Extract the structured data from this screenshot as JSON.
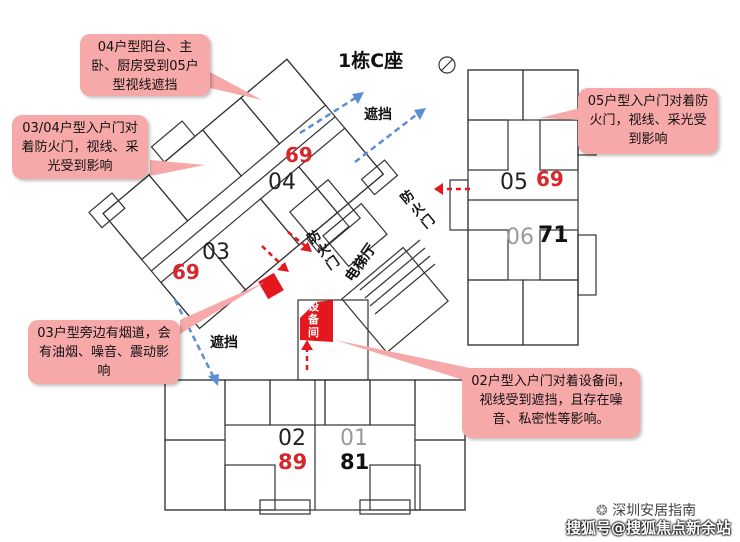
{
  "building_title": "1栋C座",
  "units": {
    "u01": {
      "label": "01",
      "size": "81"
    },
    "u02": {
      "label": "02",
      "size": "89"
    },
    "u03": {
      "label": "03",
      "size": "69"
    },
    "u04": {
      "label": "04",
      "size": "69"
    },
    "u05": {
      "label": "05",
      "size": "69"
    },
    "u06": {
      "label": "06",
      "size": "71"
    }
  },
  "labels": {
    "zhedang_1": "遮挡",
    "zhedang_2": "遮挡",
    "fire_door_left": "防火门",
    "fire_door_right": "防火门",
    "elevator_hall": "电梯厅",
    "equipment_room": "设备间"
  },
  "callouts": {
    "c04": "04户型阳台、主卧、厨房受到05户型视线遮挡",
    "c0304": "03/04户型入户门对着防火门，视线、采光受到影响",
    "c03": "03户型旁边有烟道，会有油烟、噪音、震动影响",
    "c05": "05户型入户门对着防火门，视线、采光受到影响",
    "c02": "02户型入户门对着设备间，视线受到遮挡，且存在噪音、私密性等影响。"
  },
  "watermark": {
    "line1": "深圳安居指南",
    "line2": "搜狐号@搜狐焦点新余站"
  },
  "colors": {
    "callout_bg": "#f7a8a8",
    "highlight_red": "#e3171d",
    "arrow_blue": "#5a8fd6",
    "arrow_red": "#e3171d"
  }
}
